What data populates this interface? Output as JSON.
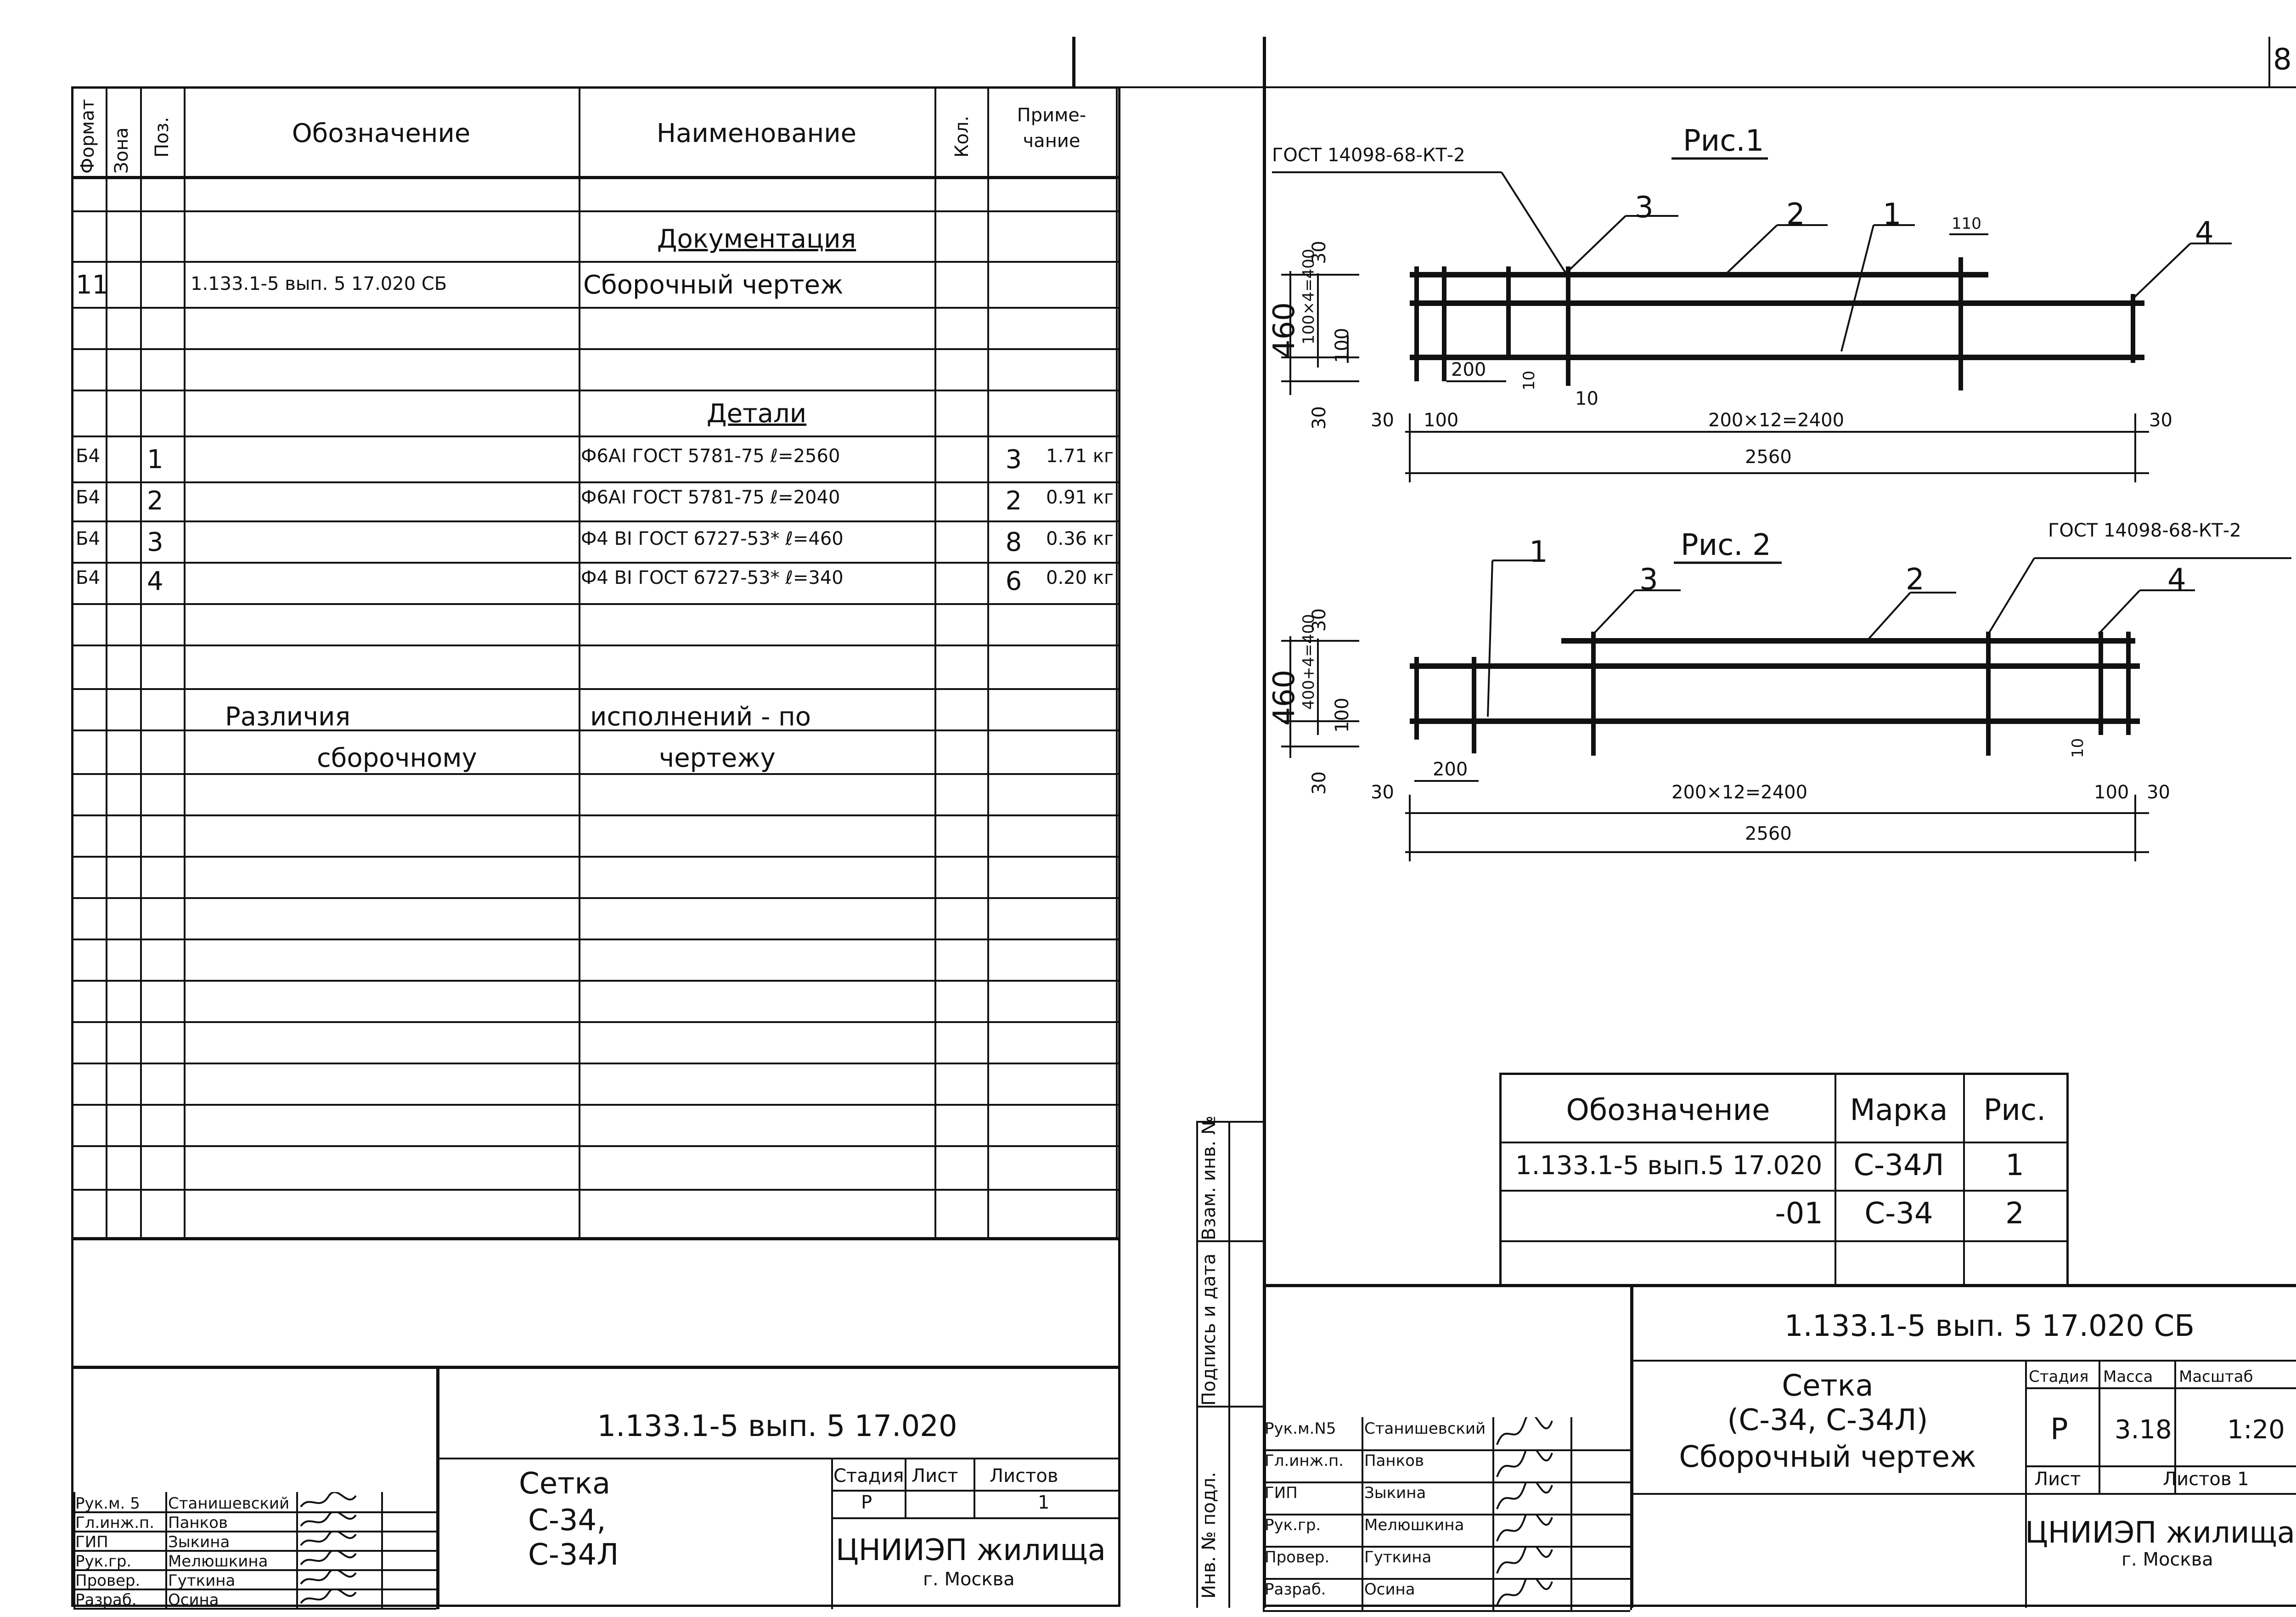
{
  "left_sheet": {
    "spec_header": {
      "format": "Формат",
      "zone": "Зона",
      "pos": "Поз.",
      "designation": "Обозначение",
      "name": "Наименование",
      "qty": "Кол.",
      "note": "Приме-\nчание"
    },
    "sections": {
      "documentation": "Документация",
      "details": "Детали"
    },
    "doc_row": {
      "format": "11",
      "designation": "1.133.1-5 вып. 5 17.020 СБ",
      "name": "Сборочный чертеж"
    },
    "detail_rows": [
      {
        "format": "Б4",
        "pos": "1",
        "name": "Ф6АⅠ ГОСТ 5781-75 ℓ=2560",
        "qty": "3",
        "note": "1.71 кг"
      },
      {
        "format": "Б4",
        "pos": "2",
        "name": "Ф6АⅠ ГОСТ 5781-75 ℓ=2040",
        "qty": "2",
        "note": "0.91 кг"
      },
      {
        "format": "Б4",
        "pos": "3",
        "name": "Ф4 ВⅠ ГОСТ 6727-53* ℓ=460",
        "qty": "8",
        "note": "0.36 кг"
      },
      {
        "format": "Б4",
        "pos": "4",
        "name": "Ф4 ВⅠ ГОСТ 6727-53* ℓ=340",
        "qty": "6",
        "note": "0.20 кг"
      }
    ],
    "differences": {
      "a": "Различия",
      "b": "исполнений - по",
      "c": "сборочному",
      "d": "чертежу"
    },
    "title_block": {
      "code": "1.133.1-5 вып. 5 17.020",
      "title_line1": "Сетка",
      "title_line2": "С-34,",
      "title_line3": "С-34Л",
      "stage_label": "Стадия",
      "sheet_label": "Лист",
      "sheets_label": "Листов",
      "stage": "Р",
      "sheets": "1",
      "org": "ЦНИИЭП жилища",
      "city": "г. Москва",
      "roles": [
        {
          "role": "Рук.м. 5",
          "name": "Станишевский"
        },
        {
          "role": "Гл.инж.п.",
          "name": "Панков"
        },
        {
          "role": "ГИП",
          "name": "Зыкина"
        },
        {
          "role": "Рук.гр.",
          "name": "Мелюшкина"
        },
        {
          "role": "Провер.",
          "name": "Гуткина"
        },
        {
          "role": "Разраб.",
          "name": "Осина"
        }
      ]
    }
  },
  "right_sheet": {
    "page_number": "8",
    "fig1": {
      "caption": "Рис.1",
      "weld": "ГОСТ 14098-68-КТ-2",
      "callouts": [
        "3",
        "2",
        "1",
        "4"
      ],
      "dims": {
        "d110": "110",
        "d30a": "30",
        "d460": "460",
        "d100x4": "100×4=400",
        "d100": "100",
        "d200": "200",
        "d10a": "10",
        "d10b": "10",
        "d30b": "30",
        "d30c": "30",
        "d100b": "100",
        "span": "200×12=2400",
        "d30d": "30",
        "total": "2560"
      }
    },
    "fig2": {
      "caption": "Рис. 2",
      "weld": "ГОСТ 14098-68-КТ-2",
      "callouts": [
        "1",
        "3",
        "2",
        "4"
      ],
      "dims": {
        "d460": "460",
        "d400": "400+4=400",
        "d30a": "30",
        "d100": "100",
        "d10": "10",
        "d30b": "30",
        "d30c": "30",
        "d200": "200",
        "span": "200×12=2400",
        "d100b": "100",
        "d30d": "30",
        "total": "2560"
      }
    },
    "variant_table": {
      "headers": [
        "Обозначение",
        "Марка",
        "Рис."
      ],
      "rows": [
        [
          "1.133.1-5 вып.5 17.020",
          "С-34Л",
          "1"
        ],
        [
          "-01",
          "С-34",
          "2"
        ]
      ]
    },
    "side_labels": {
      "inv": "Инв. № подл.",
      "sign": "Подпись и дата",
      "vzam": "Взам. инв. №"
    },
    "title_block": {
      "code": "1.133.1-5 вып. 5 17.020 СБ",
      "title_line1": "Сетка",
      "title_line2": "(С-34, С-34Л)",
      "title_line3": "Сборочный чертеж",
      "stage_label": "Стадия",
      "mass_label": "Масса",
      "scale_label": "Масштаб",
      "stage": "Р",
      "mass": "3.18",
      "scale": "1:20",
      "sheet_label": "Лист",
      "sheets_label": "Листов 1",
      "org": "ЦНИИЭП жилища",
      "city": "г. Москва",
      "roles": [
        {
          "role": "Рук.м.N5",
          "name": "Станишевский"
        },
        {
          "role": "Гл.инж.п.",
          "name": "Панков"
        },
        {
          "role": "ГИП",
          "name": "Зыкина"
        },
        {
          "role": "Рук.гр.",
          "name": "Мелюшкина"
        },
        {
          "role": "Провер.",
          "name": "Гуткина"
        },
        {
          "role": "Разраб.",
          "name": "Осина"
        }
      ]
    }
  }
}
